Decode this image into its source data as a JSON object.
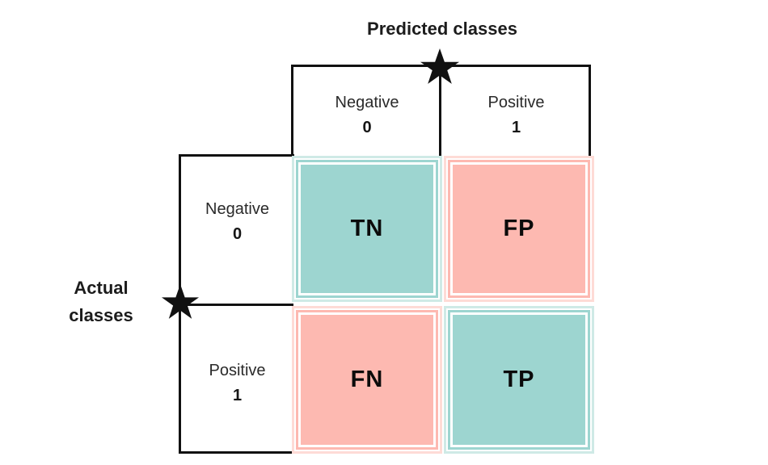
{
  "diagram": {
    "type": "confusion-matrix",
    "predicted_axis": {
      "title": "Predicted classes",
      "columns": [
        {
          "label": "Negative",
          "value": "0"
        },
        {
          "label": "Positive",
          "value": "1"
        }
      ]
    },
    "actual_axis": {
      "title_lines": [
        "Actual",
        "classes"
      ],
      "rows": [
        {
          "label": "Negative",
          "value": "0"
        },
        {
          "label": "Positive",
          "value": "1"
        }
      ]
    },
    "cells": [
      {
        "id": "tn",
        "label": "TN",
        "color_name": "teal"
      },
      {
        "id": "fp",
        "label": "FP",
        "color_name": "pink"
      },
      {
        "id": "fn",
        "label": "FN",
        "color_name": "pink"
      },
      {
        "id": "tp",
        "label": "TP",
        "color_name": "teal"
      }
    ],
    "colors": {
      "teal_fill": "#9dd5d0",
      "teal_halo": "#cfeae6",
      "pink_fill": "#fdb9b1",
      "pink_halo": "#fedbd6",
      "line": "#111111",
      "text": "#1c1c1c"
    },
    "icons": {
      "star_marker": "★"
    }
  }
}
